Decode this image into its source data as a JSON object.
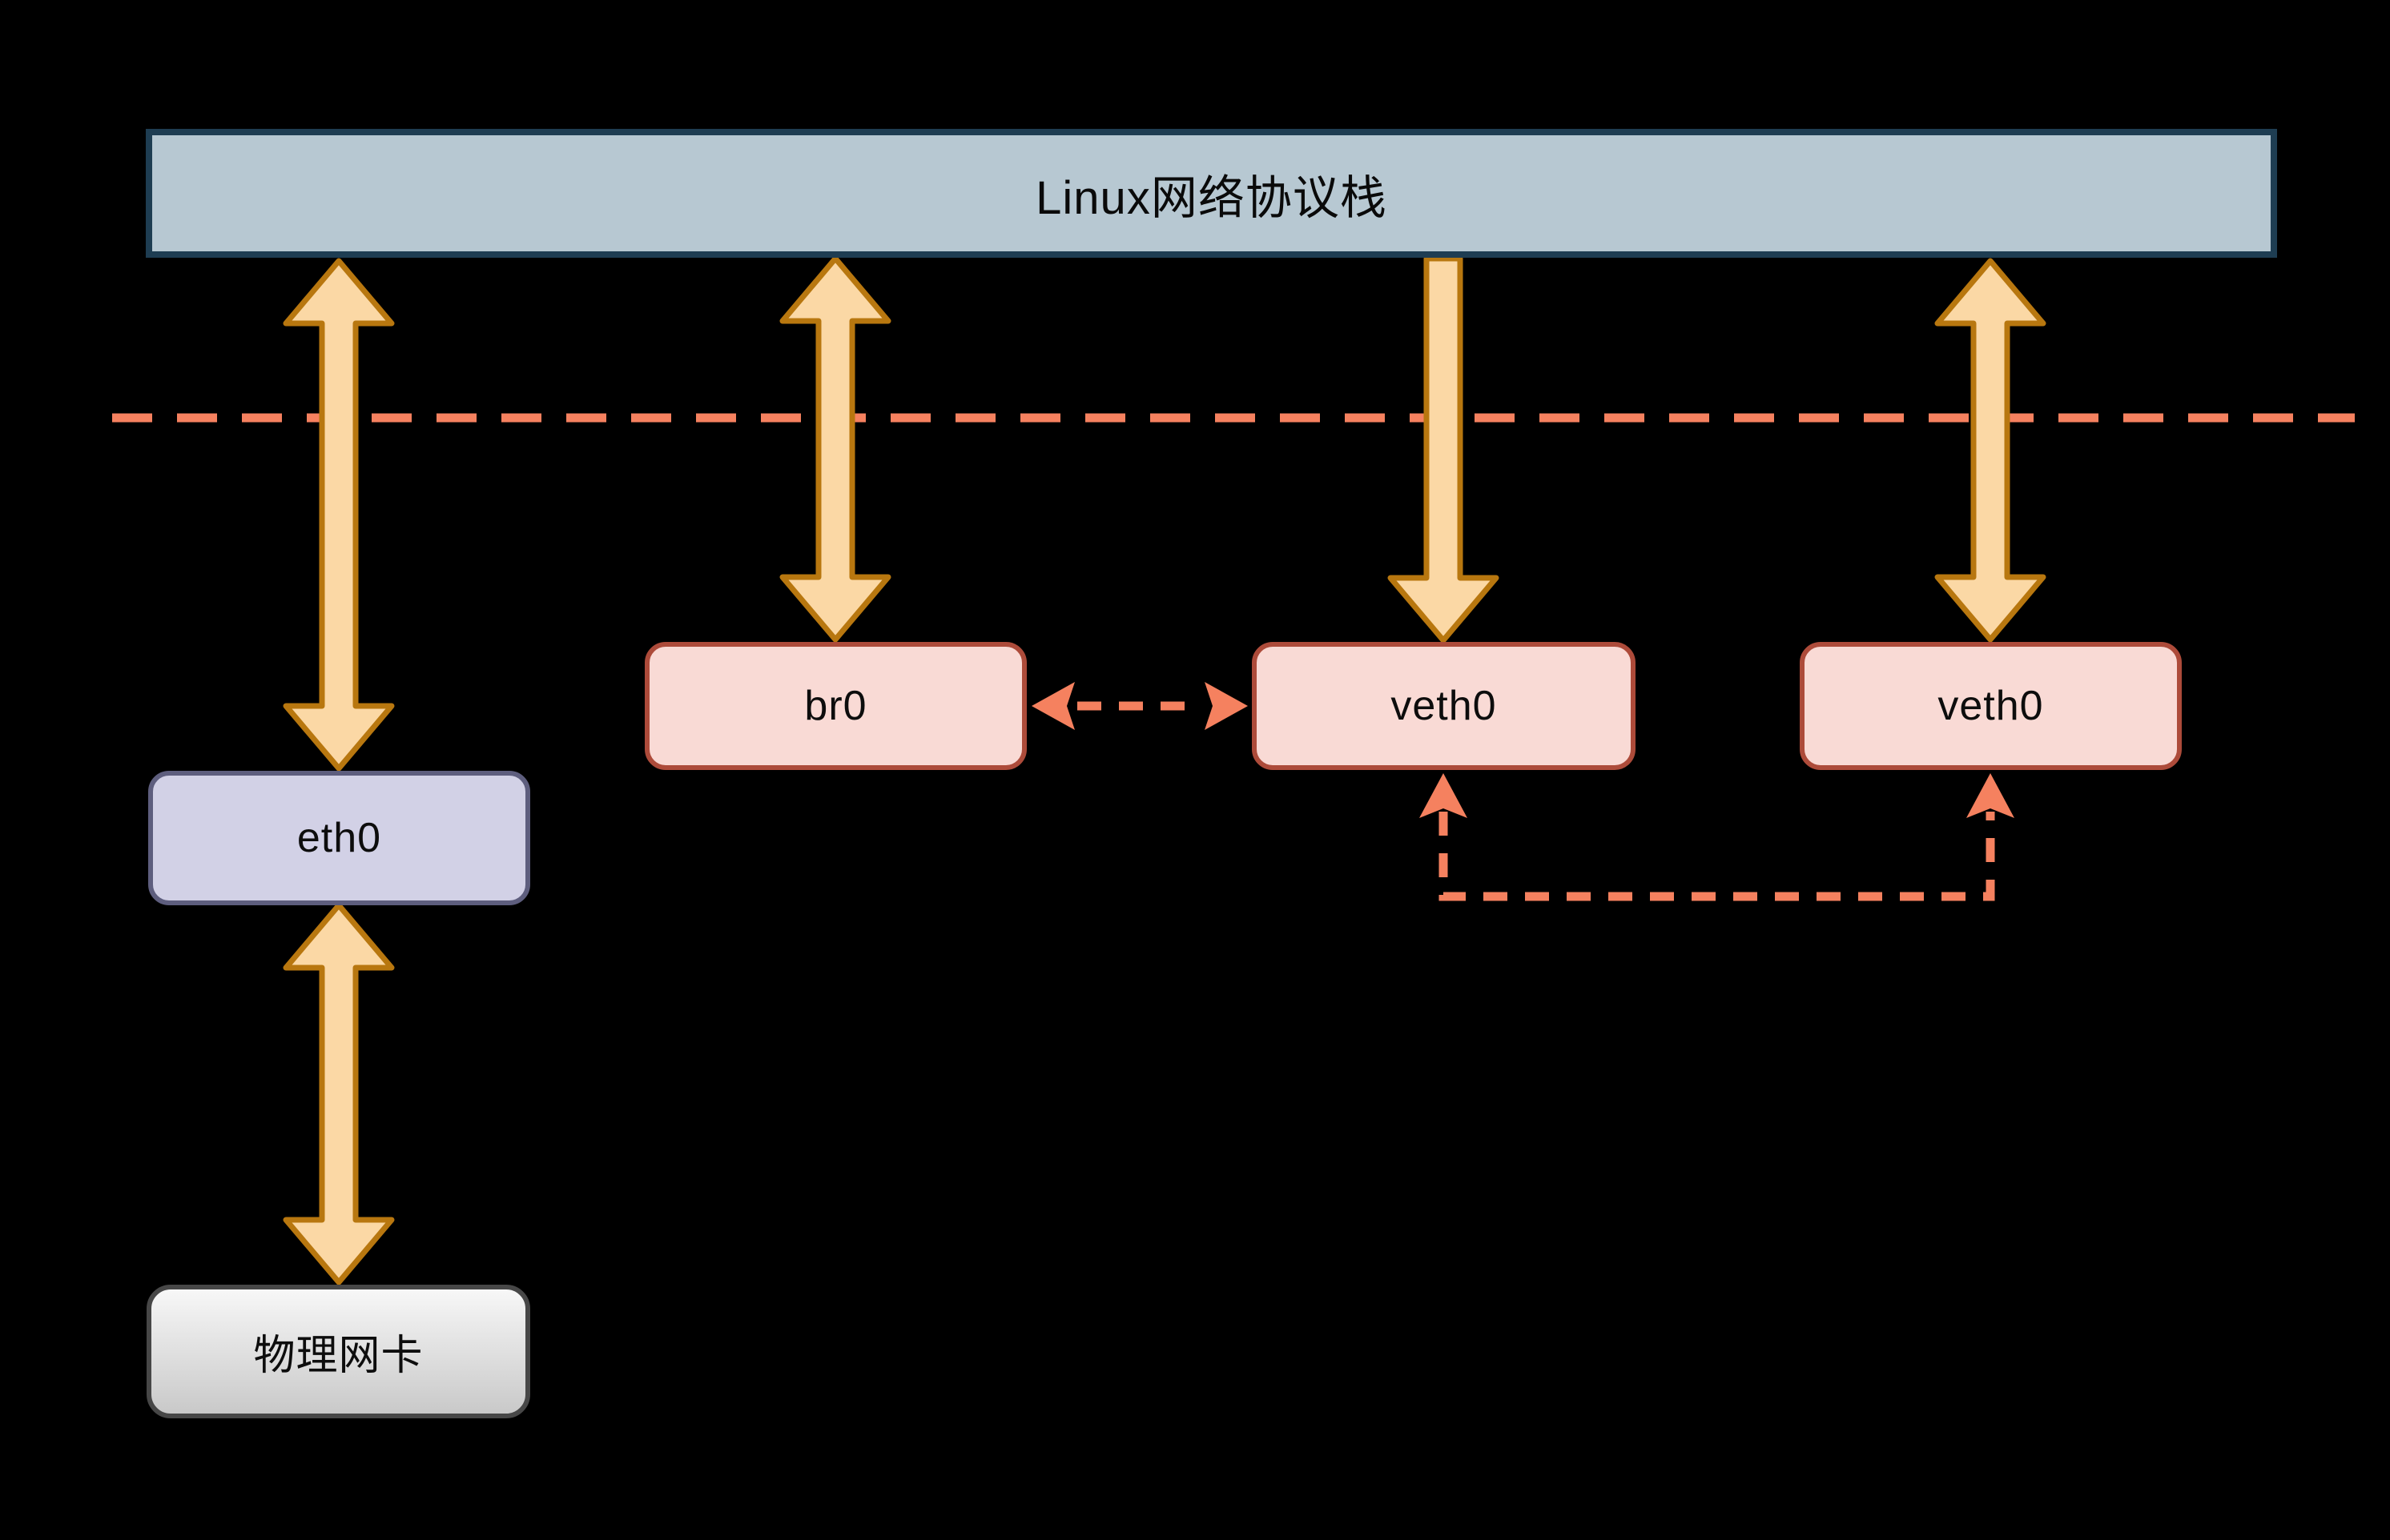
{
  "diagram": {
    "title_bar": {
      "label": "Linux网络协议栈",
      "fill": "#b7c8d2",
      "border": "#1e3d52"
    },
    "separator": {
      "style": "dashed",
      "color": "#f5815f"
    },
    "nodes": {
      "eth0": {
        "label": "eth0",
        "fill": "#d2d1e6",
        "border": "#5e5e7e"
      },
      "br0": {
        "label": "br0",
        "fill": "#f9dad5",
        "border": "#ad4b3a"
      },
      "veth0_a": {
        "label": "veth0",
        "fill": "#f9dad5",
        "border": "#ad4b3a"
      },
      "veth0_b": {
        "label": "veth0",
        "fill": "#f9dad5",
        "border": "#ad4b3a"
      },
      "physical_nic": {
        "label": "物理网卡",
        "fill": "#ededed",
        "border": "#474747"
      }
    },
    "arrow_colors": {
      "solid_fill": "#fbd8a5",
      "solid_stroke": "#b8770f",
      "dashed": "#f5815f"
    },
    "connections": [
      {
        "from": "linux-stack",
        "to": "eth0",
        "type": "solid-double-arrow"
      },
      {
        "from": "linux-stack",
        "to": "br0",
        "type": "solid-double-arrow"
      },
      {
        "from": "linux-stack",
        "to": "veth0-a",
        "type": "solid-down-arrow"
      },
      {
        "from": "linux-stack",
        "to": "veth0-b",
        "type": "solid-double-arrow"
      },
      {
        "from": "eth0",
        "to": "physical-nic",
        "type": "solid-double-arrow"
      },
      {
        "from": "br0",
        "to": "veth0-a",
        "type": "dashed-double-arrow"
      },
      {
        "from": "veth0-a",
        "to": "veth0-b",
        "type": "dashed-elbow-up-arrows"
      }
    ]
  }
}
